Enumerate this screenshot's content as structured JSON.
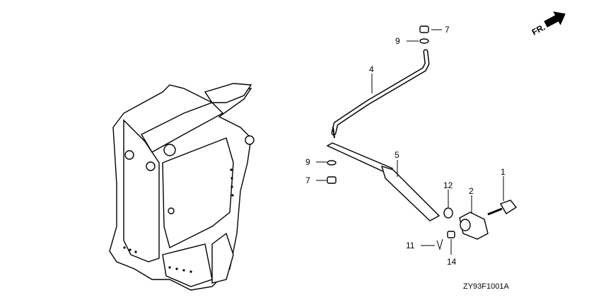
{
  "diagram": {
    "direction_indicator": "FR.",
    "diagram_code": "ZY93F1001A",
    "callouts": [
      {
        "number": "7",
        "part": "nut-upper"
      },
      {
        "number": "9",
        "part": "washer-upper"
      },
      {
        "number": "4",
        "part": "rod"
      },
      {
        "number": "9",
        "part": "washer-lower"
      },
      {
        "number": "5",
        "part": "tube"
      },
      {
        "number": "7",
        "part": "nut-lower"
      },
      {
        "number": "12",
        "part": "o-ring"
      },
      {
        "number": "2",
        "part": "knob-holder"
      },
      {
        "number": "1",
        "part": "knob-bolt"
      },
      {
        "number": "11",
        "part": "cotter-pin"
      },
      {
        "number": "14",
        "part": "nut-small"
      }
    ]
  }
}
